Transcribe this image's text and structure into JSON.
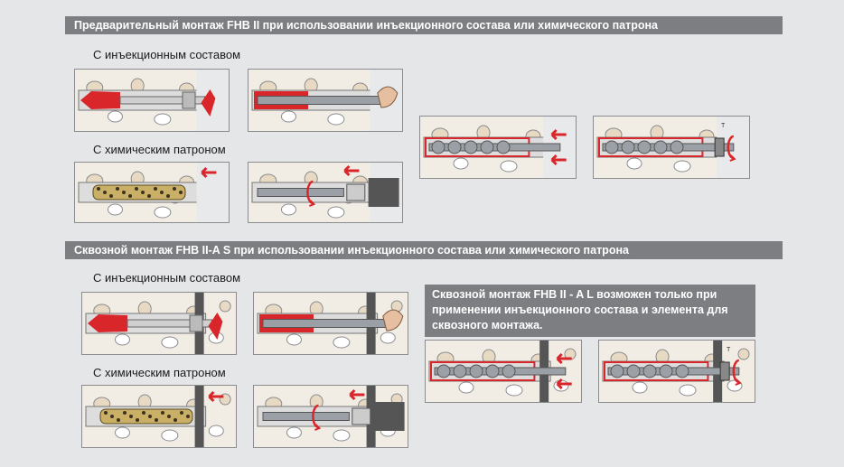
{
  "sections": [
    {
      "title": "Предварительный монтаж FHB II при использовании инъекционного состава или химического патрона",
      "caption_injection": "С инъекционным составом",
      "caption_capsule": "С химическим патроном"
    },
    {
      "title": "Сквозной монтаж FHB II-A S при использовании инъекционного состава или химического патрона",
      "caption_injection": "С инъекционным составом",
      "caption_capsule": "С химическим патроном",
      "note": "Сквозной монтаж FHB II - A L возможен только при применении инъекционного состава и элемента для сквозного монтажа."
    }
  ],
  "illustrations": [
    {
      "name": "pre-injection-fill",
      "kind": "fill"
    },
    {
      "name": "pre-injection-insert",
      "kind": "insert"
    },
    {
      "name": "pre-capsule-place",
      "kind": "capsule"
    },
    {
      "name": "pre-capsule-drive",
      "kind": "drive"
    },
    {
      "name": "pre-cure",
      "kind": "cure"
    },
    {
      "name": "pre-torque",
      "kind": "torque"
    },
    {
      "name": "through-injection-fill",
      "kind": "fill"
    },
    {
      "name": "through-injection-insert",
      "kind": "insert"
    },
    {
      "name": "through-capsule-place",
      "kind": "capsule"
    },
    {
      "name": "through-capsule-drive",
      "kind": "drive"
    },
    {
      "name": "through-cure",
      "kind": "cure"
    },
    {
      "name": "through-torque",
      "kind": "torque"
    }
  ],
  "colors": {
    "band": "#7c7e82",
    "resin": "#d9262b",
    "steel": "#9aa0a6",
    "stone": "#e8d9c3"
  },
  "icons": {
    "arrow": "red-arrow-icon",
    "rotate": "rotation-arrow-icon",
    "torque": "torque-wrench-icon"
  }
}
